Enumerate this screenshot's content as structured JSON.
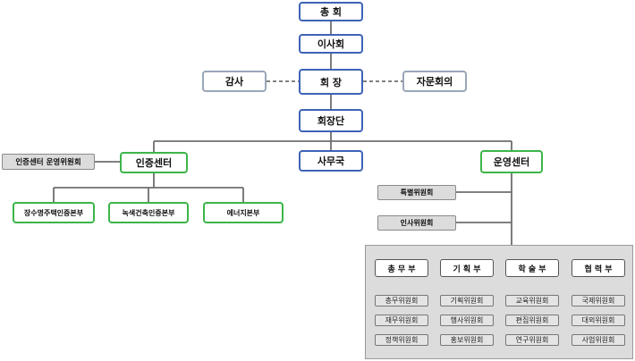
{
  "top": {
    "general_assembly": "총  회",
    "board": "이사회",
    "chairman": "회 장",
    "audit": "감사",
    "advisory": "자문회의",
    "chairman_group": "회장단",
    "secretariat": "사무국"
  },
  "certification": {
    "center": "인증센터",
    "committee": "인증센터 운영위원회",
    "divisions": [
      "장수명주택인증본부",
      "녹색건축인증본부",
      "에너지본부"
    ]
  },
  "operations": {
    "center": "운영센터",
    "committees": [
      "특별위원회",
      "인사위원회"
    ],
    "departments": [
      {
        "name": "총 무 부",
        "subs": [
          "총무위원회",
          "재무위원회",
          "정책위원회"
        ]
      },
      {
        "name": "기 획 부",
        "subs": [
          "기획위원회",
          "행사위원회",
          "홍보위원회"
        ]
      },
      {
        "name": "학 술 부",
        "subs": [
          "교육위원회",
          "편집위원회",
          "연구위원회"
        ]
      },
      {
        "name": "협 력 부",
        "subs": [
          "국제위원회",
          "대외위원회",
          "사업위원회"
        ]
      }
    ]
  },
  "colors": {
    "blue": "#3d63b6",
    "grey": "#9aa6b8",
    "green": "#3cb54a",
    "line": "#6e6e6e"
  }
}
